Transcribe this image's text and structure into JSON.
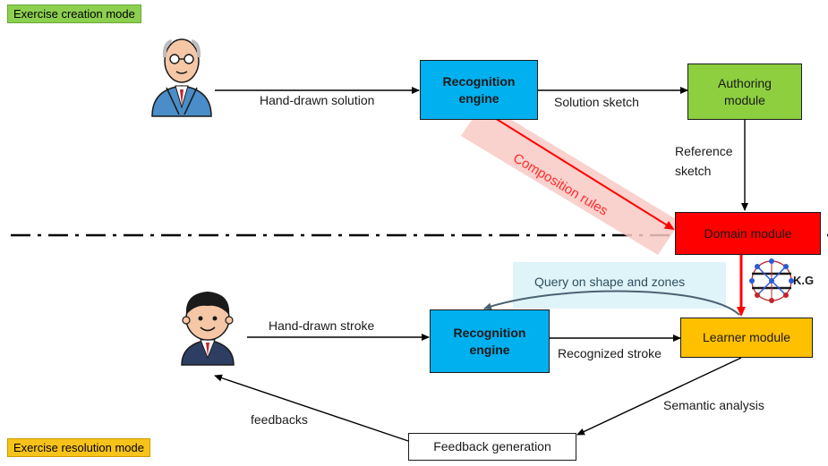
{
  "colors": {
    "creation_mode_bg": "#8dcf4f",
    "resolution_mode_bg": "#f7c31a",
    "recognition_bg": "#00b0ef",
    "authoring_bg": "#8dcf3f",
    "domain_bg": "#ff0000",
    "learner_bg": "#ffc000",
    "composition_band": "#f7c6c2",
    "composition_text": "#ff2d2d",
    "query_band": "#daf3f8",
    "query_text": "#2f4f5f",
    "arrow": "#000000",
    "red_arrow": "#ff0000"
  },
  "modes": {
    "creation": "Exercise creation mode",
    "resolution": "Exercise resolution mode"
  },
  "boxes": {
    "recognition_top": "Recognition engine",
    "authoring": "Authoring module",
    "domain": "Domain module",
    "recognition_bottom": "Recognition engine",
    "learner": "Learner module",
    "feedback": "Feedback generation"
  },
  "labels": {
    "hand_drawn_solution": "Hand-drawn solution",
    "solution_sketch": "Solution sketch",
    "reference_sketch_line1": "Reference",
    "reference_sketch_line2": "sketch",
    "composition_rules": "Composition rules",
    "query": "Query on shape and zones",
    "kg": "K.G",
    "hand_drawn_stroke": "Hand-drawn stroke",
    "recognized_stroke": "Recognized stroke",
    "semantic_analysis": "Semantic analysis",
    "feedbacks": "feedbacks"
  },
  "icons": {
    "teacher": "teacher-avatar-icon",
    "student": "student-avatar-icon",
    "knowledge_graph": "knowledge-graph-icon"
  }
}
